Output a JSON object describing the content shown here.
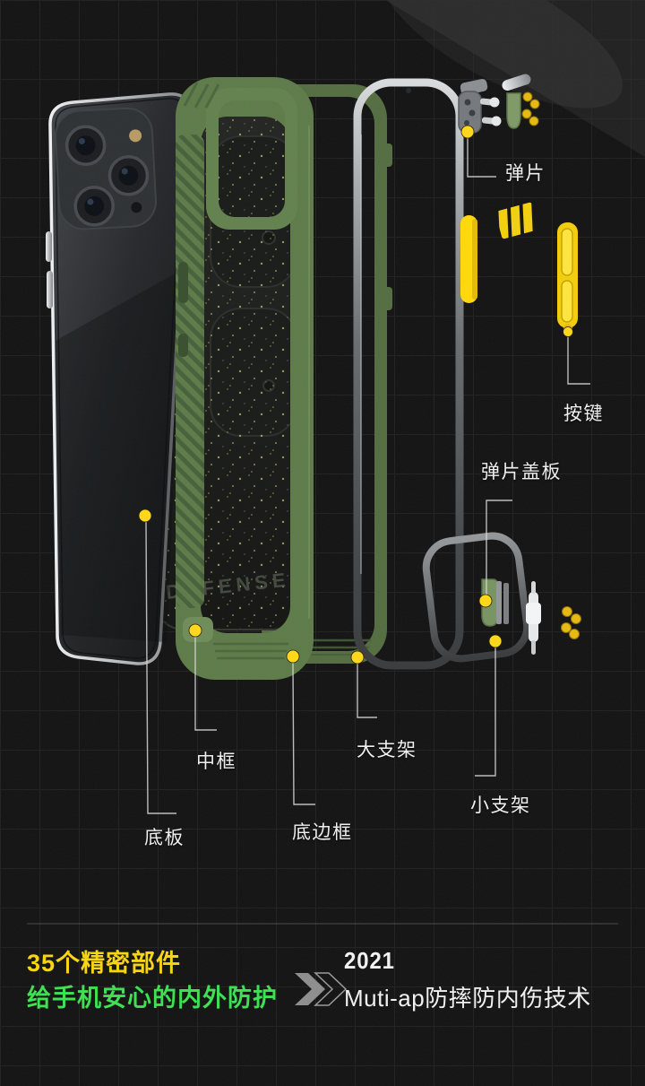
{
  "callouts": [
    {
      "id": "spring-plate",
      "label": "弹片"
    },
    {
      "id": "side-button",
      "label": "按键"
    },
    {
      "id": "spring-cover-plate",
      "label": "弹片盖板"
    },
    {
      "id": "middle-frame",
      "label": "中框"
    },
    {
      "id": "large-bracket",
      "label": "大支架"
    },
    {
      "id": "small-bracket",
      "label": "小支架"
    },
    {
      "id": "bottom-plate",
      "label": "底板"
    },
    {
      "id": "bottom-edge-frame",
      "label": "底边框"
    }
  ],
  "plate_brand": "DEFENSE",
  "footer": {
    "headline_yellow": "35个精密部件",
    "headline_green": "给手机安心的内外防护",
    "year": "2021",
    "tech_line": "Muti-ap防摔防内伤技术"
  },
  "colors": {
    "background": "#131313",
    "case_green": "#5e7b49",
    "accent_yellow": "#f7d414",
    "accent_green": "#3fe053",
    "marker_dot": "#ffd81e"
  }
}
